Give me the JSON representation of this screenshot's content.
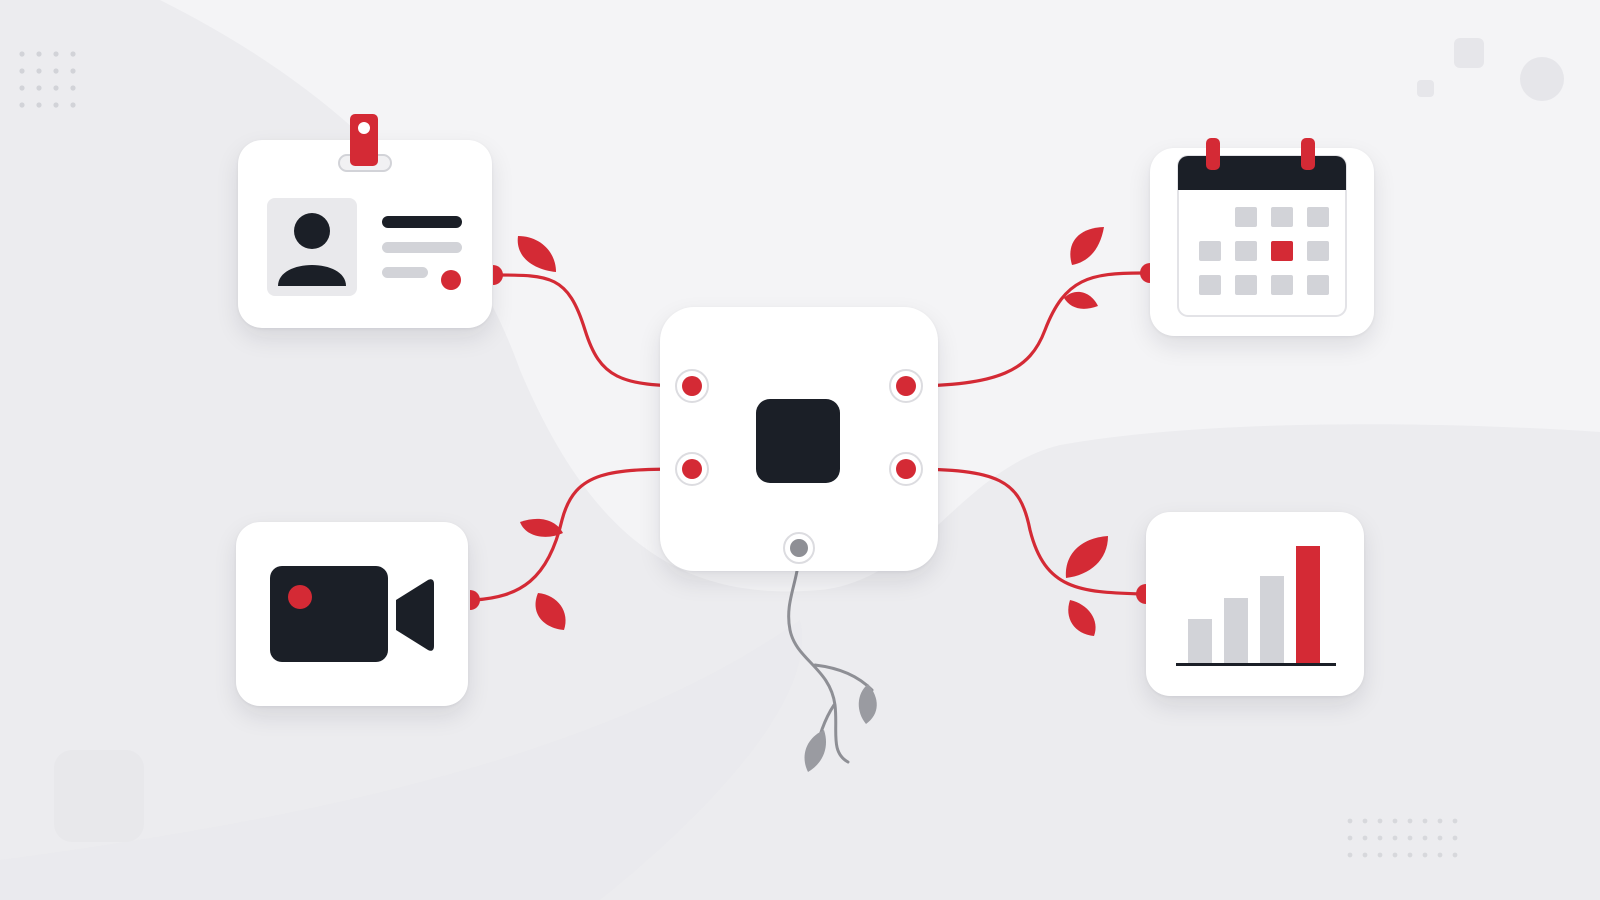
{
  "colors": {
    "accent": "#d42a35",
    "dark": "#1b1f27",
    "light_gray": "#d2d3d8",
    "mid_gray": "#8e8f95",
    "card": "#ffffff",
    "background": "#f4f4f6"
  },
  "nodes": [
    {
      "id": "id-badge",
      "icon": "id-badge-icon"
    },
    {
      "id": "calendar",
      "icon": "calendar-icon"
    },
    {
      "id": "hub",
      "icon": "rounded-square-icon"
    },
    {
      "id": "video",
      "icon": "video-camera-icon"
    },
    {
      "id": "chart",
      "icon": "bar-chart-icon"
    }
  ],
  "connections": [
    {
      "from": "hub",
      "to": "id-badge",
      "style": "red-vine"
    },
    {
      "from": "hub",
      "to": "calendar",
      "style": "red-vine"
    },
    {
      "from": "hub",
      "to": "video",
      "style": "red-vine"
    },
    {
      "from": "hub",
      "to": "chart",
      "style": "red-vine"
    },
    {
      "from": "hub",
      "to": "root",
      "style": "gray-vine"
    }
  ]
}
